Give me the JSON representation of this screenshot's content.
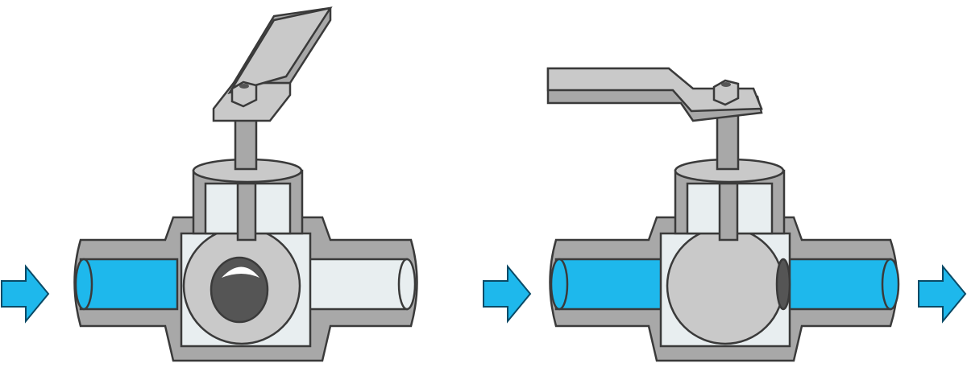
{
  "diagram": {
    "panels": [
      {
        "state": "closed",
        "handle": "rotated"
      },
      {
        "state": "open",
        "handle": "in-line"
      }
    ],
    "colors": {
      "flow": "#1eb8ec",
      "flow_outline": "#0a4a66",
      "body": "#a8a8a8",
      "body_light": "#c9c9c9",
      "glass": "#e8eef0",
      "outline": "#3a3a3a",
      "hole": "#555555"
    }
  }
}
